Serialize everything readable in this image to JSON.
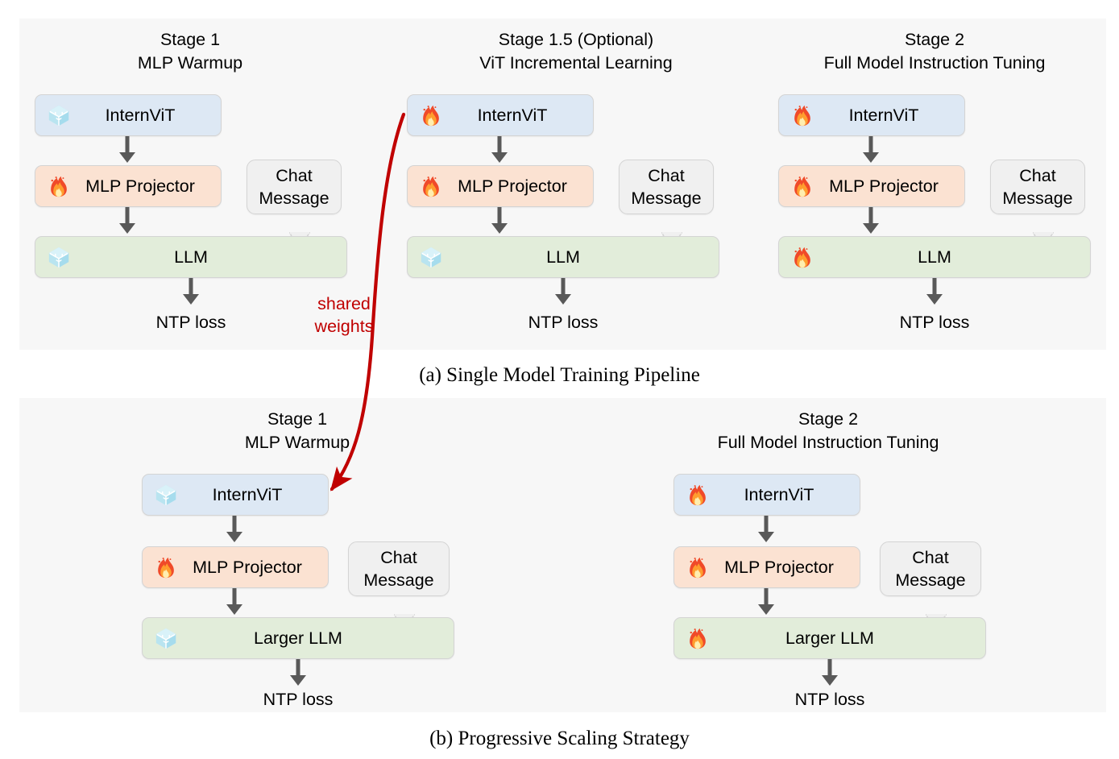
{
  "figure": {
    "panels": [
      {
        "id": "a",
        "caption": "(a) Single Model Training Pipeline",
        "columns": [
          {
            "id": "stage1",
            "header_line1": "Stage 1",
            "header_line2": "MLP Warmup",
            "blocks": [
              {
                "label": "InternViT",
                "state_icon": "ice-cube-icon",
                "color": "#dde8f4"
              },
              {
                "label": "MLP Projector",
                "state_icon": "fire-icon",
                "color": "#fbe2d2"
              },
              {
                "label": "LLM",
                "state_icon": "ice-cube-icon",
                "color": "#e2edda"
              }
            ],
            "bubble": {
              "line1": "Chat",
              "line2": "Message"
            },
            "output": "NTP loss"
          },
          {
            "id": "stage1_5",
            "header_line1": "Stage 1.5 (Optional)",
            "header_line2": "ViT Incremental Learning",
            "blocks": [
              {
                "label": "InternViT",
                "state_icon": "fire-icon",
                "color": "#dde8f4"
              },
              {
                "label": "MLP Projector",
                "state_icon": "fire-icon",
                "color": "#fbe2d2"
              },
              {
                "label": "LLM",
                "state_icon": "ice-cube-icon",
                "color": "#e2edda"
              }
            ],
            "bubble": {
              "line1": "Chat",
              "line2": "Message"
            },
            "output": "NTP loss"
          },
          {
            "id": "stage2",
            "header_line1": "Stage 2",
            "header_line2": "Full Model Instruction Tuning",
            "blocks": [
              {
                "label": "InternViT",
                "state_icon": "fire-icon",
                "color": "#dde8f4"
              },
              {
                "label": "MLP Projector",
                "state_icon": "fire-icon",
                "color": "#fbe2d2"
              },
              {
                "label": "LLM",
                "state_icon": "fire-icon",
                "color": "#e2edda"
              }
            ],
            "bubble": {
              "line1": "Chat",
              "line2": "Message"
            },
            "output": "NTP loss"
          }
        ]
      },
      {
        "id": "b",
        "caption": "(b) Progressive Scaling Strategy",
        "columns": [
          {
            "id": "b_stage1",
            "header_line1": "Stage 1",
            "header_line2": "MLP Warmup",
            "blocks": [
              {
                "label": "InternViT",
                "state_icon": "ice-cube-icon",
                "color": "#dde8f4"
              },
              {
                "label": "MLP Projector",
                "state_icon": "fire-icon",
                "color": "#fbe2d2"
              },
              {
                "label": "Larger LLM",
                "state_icon": "ice-cube-icon",
                "color": "#e2edda"
              }
            ],
            "bubble": {
              "line1": "Chat",
              "line2": "Message"
            },
            "output": "NTP loss"
          },
          {
            "id": "b_stage2",
            "header_line1": "Stage 2",
            "header_line2": "Full Model Instruction Tuning",
            "blocks": [
              {
                "label": "InternViT",
                "state_icon": "fire-icon",
                "color": "#dde8f4"
              },
              {
                "label": "MLP Projector",
                "state_icon": "fire-icon",
                "color": "#fbe2d2"
              },
              {
                "label": "Larger LLM",
                "state_icon": "fire-icon",
                "color": "#e2edda"
              }
            ],
            "bubble": {
              "line1": "Chat",
              "line2": "Message"
            },
            "output": "NTP loss"
          }
        ]
      }
    ],
    "annotations": {
      "shared_weights_line1": "shared",
      "shared_weights_line2": "weights"
    },
    "colors": {
      "panel_background": "#f7f7f7",
      "page_background": "#ffffff",
      "vit_block": "#dde8f4",
      "mlp_block": "#fbe2d2",
      "llm_block": "#e2edda",
      "bubble": "#f0f0f0",
      "block_border": "#d4d4d4",
      "arrow": "#595959",
      "annotation_red": "#c00000",
      "text": "#000000"
    }
  }
}
